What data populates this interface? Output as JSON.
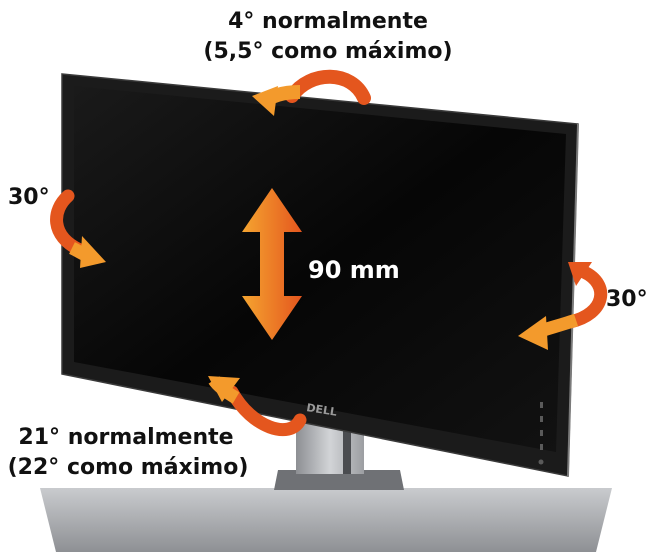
{
  "labels": {
    "tilt_top_line1": "4° normalmente",
    "tilt_top_line2": "(5,5° como máximo)",
    "swivel_left": "30°",
    "swivel_right": "30°",
    "height_adjust": "90 mm",
    "pivot_line1": "21° normalmente",
    "pivot_line2": "(22° como máximo)"
  },
  "monitor": {
    "brand": "DELL"
  },
  "colors": {
    "arrow_orange": "#F39A2C",
    "arrow_orange_dark": "#E2551E",
    "bezel": "#1b1b1b",
    "screen": "#0b0b0b",
    "stand": "#b9bbbe",
    "text": "#111111"
  }
}
